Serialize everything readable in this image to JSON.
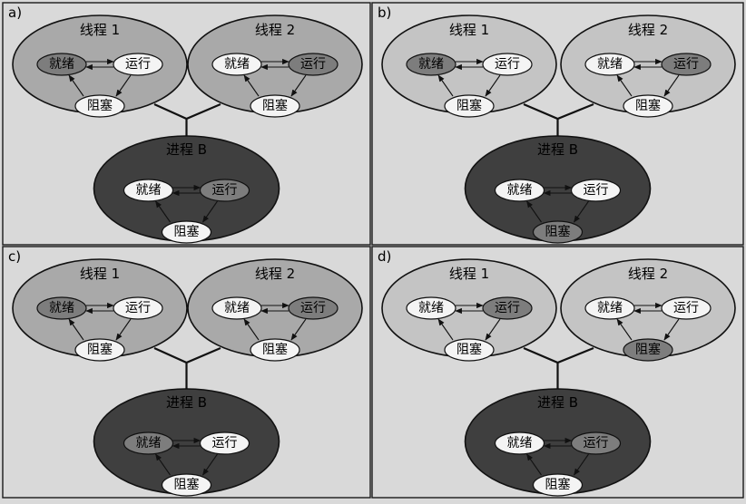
{
  "colors": {
    "background": "#d9d9d9",
    "thread_fill": "#a9a9a9",
    "thread_fill_light": "#c4c4c4",
    "process_fill": "#3f3f3f",
    "state_dark": "#7d7d7d",
    "state_light": "#f4f4f4",
    "stroke": "#111111"
  },
  "panels": [
    {
      "label": "a)",
      "thread1": {
        "title": "线程 1",
        "ready": "就绪",
        "running": "运行",
        "blocked": "阻塞",
        "highlight": "ready"
      },
      "thread2": {
        "title": "线程 2",
        "ready": "就绪",
        "running": "运行",
        "blocked": "阻塞",
        "highlight": "running"
      },
      "process": {
        "title": "进程 B",
        "ready": "就绪",
        "running": "运行",
        "blocked": "阻塞",
        "highlight": "running"
      }
    },
    {
      "label": "b)",
      "thread1": {
        "title": "线程 1",
        "ready": "就绪",
        "running": "运行",
        "blocked": "阻塞",
        "highlight": "ready"
      },
      "thread2": {
        "title": "线程 2",
        "ready": "就绪",
        "running": "运行",
        "blocked": "阻塞",
        "highlight": "running"
      },
      "process": {
        "title": "进程 B",
        "ready": "就绪",
        "running": "运行",
        "blocked": "阻塞",
        "highlight": "blocked"
      }
    },
    {
      "label": "c)",
      "thread1": {
        "title": "线程 1",
        "ready": "就绪",
        "running": "运行",
        "blocked": "阻塞",
        "highlight": "ready"
      },
      "thread2": {
        "title": "线程 2",
        "ready": "就绪",
        "running": "运行",
        "blocked": "阻塞",
        "highlight": "running"
      },
      "process": {
        "title": "进程 B",
        "ready": "就绪",
        "running": "运行",
        "blocked": "阻塞",
        "highlight": "ready"
      }
    },
    {
      "label": "d)",
      "thread1": {
        "title": "线程 1",
        "ready": "就绪",
        "running": "运行",
        "blocked": "阻塞",
        "highlight": "running"
      },
      "thread2": {
        "title": "线程 2",
        "ready": "就绪",
        "running": "运行",
        "blocked": "阻塞",
        "highlight": "blocked"
      },
      "process": {
        "title": "进程 B",
        "ready": "就绪",
        "running": "运行",
        "blocked": "阻塞",
        "highlight": "running"
      }
    }
  ]
}
